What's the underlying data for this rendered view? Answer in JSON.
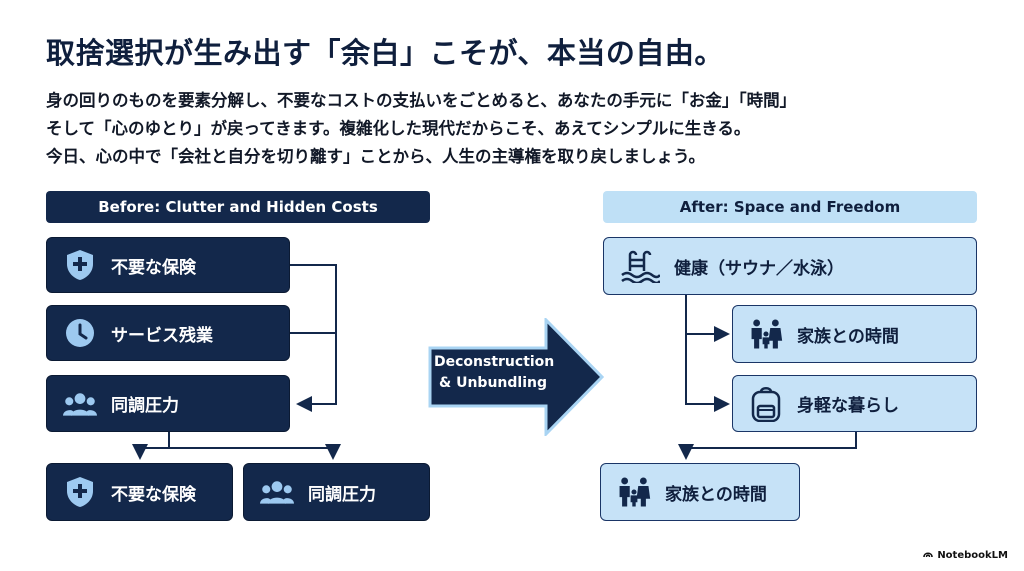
{
  "title": "取捨選択が生み出す「余白」こそが、本当の自由。",
  "intro": [
    "身の回りのものを要素分解し、不要なコストの支払いをごとめると、あなたの手元に「お金」「時間」",
    "そして「心のゆとり」が戻ってきます。複雑化した現代だからこそ、あえてシンプルに生きる。",
    "今日、心の中で「会社と自分を切り離す」ことから、人生の主導権を取り戻しましょう。"
  ],
  "before": {
    "header": "Before: Clutter and Hidden Costs",
    "items": [
      {
        "label": "不要な保険",
        "icon": "shield-plus-icon"
      },
      {
        "label": "サービス残業",
        "icon": "clock-icon"
      },
      {
        "label": "同調圧力",
        "icon": "people-group-icon"
      }
    ],
    "bottom": [
      {
        "label": "不要な保険",
        "icon": "shield-plus-icon"
      },
      {
        "label": "同調圧力",
        "icon": "people-group-icon"
      }
    ]
  },
  "arrow": {
    "line1": "Deconstruction",
    "line2": "& Unbundling"
  },
  "after": {
    "header": "After: Space and Freedom",
    "items": [
      {
        "label": "健康（サウナ／水泳）",
        "icon": "pool-ladder-icon"
      },
      {
        "label": "家族との時間",
        "icon": "family-icon"
      },
      {
        "label": "身軽な暮らし",
        "icon": "backpack-icon"
      }
    ],
    "bottom": {
      "label": "家族との時間",
      "icon": "family-icon"
    }
  },
  "brand": "NotebookLM",
  "colors": {
    "navy": "#13284b",
    "light_blue": "#c6e2f7",
    "border": "#1a3566"
  }
}
